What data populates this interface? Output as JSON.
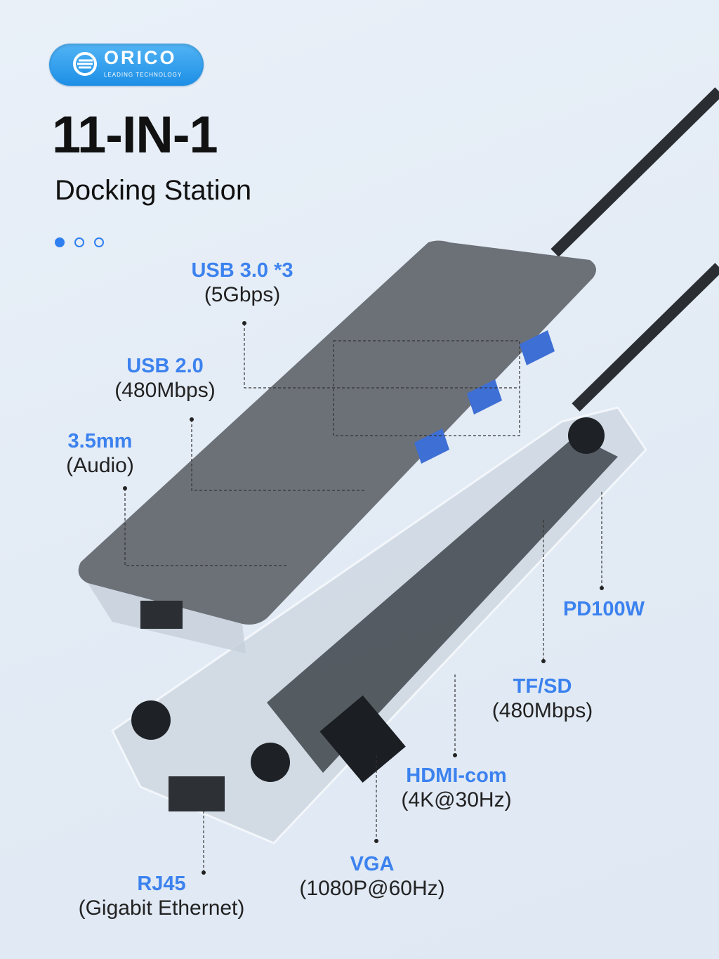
{
  "logo": {
    "brand": "ORICO",
    "tagline": "LEADING TECHNOLOGY"
  },
  "header": {
    "title": "11-IN-1",
    "subtitle": "Docking Station"
  },
  "pagination": {
    "count": 3,
    "active": 0
  },
  "colors": {
    "accent": "#3c82ef",
    "logo": "#1d8fe6"
  },
  "labels": [
    {
      "name": "USB 3.0 *3",
      "spec": "(5Gbps)"
    },
    {
      "name": "USB 2.0",
      "spec": "(480Mbps)"
    },
    {
      "name": "3.5mm",
      "spec": "(Audio)"
    },
    {
      "name": "PD100W",
      "spec": ""
    },
    {
      "name": "TF/SD",
      "spec": "(480Mbps)"
    },
    {
      "name": "HDMI-com",
      "spec": "(4K@30Hz)"
    },
    {
      "name": "VGA",
      "spec": "(1080P@60Hz)"
    },
    {
      "name": "RJ45",
      "spec": "(Gigabit Ethernet)"
    }
  ]
}
